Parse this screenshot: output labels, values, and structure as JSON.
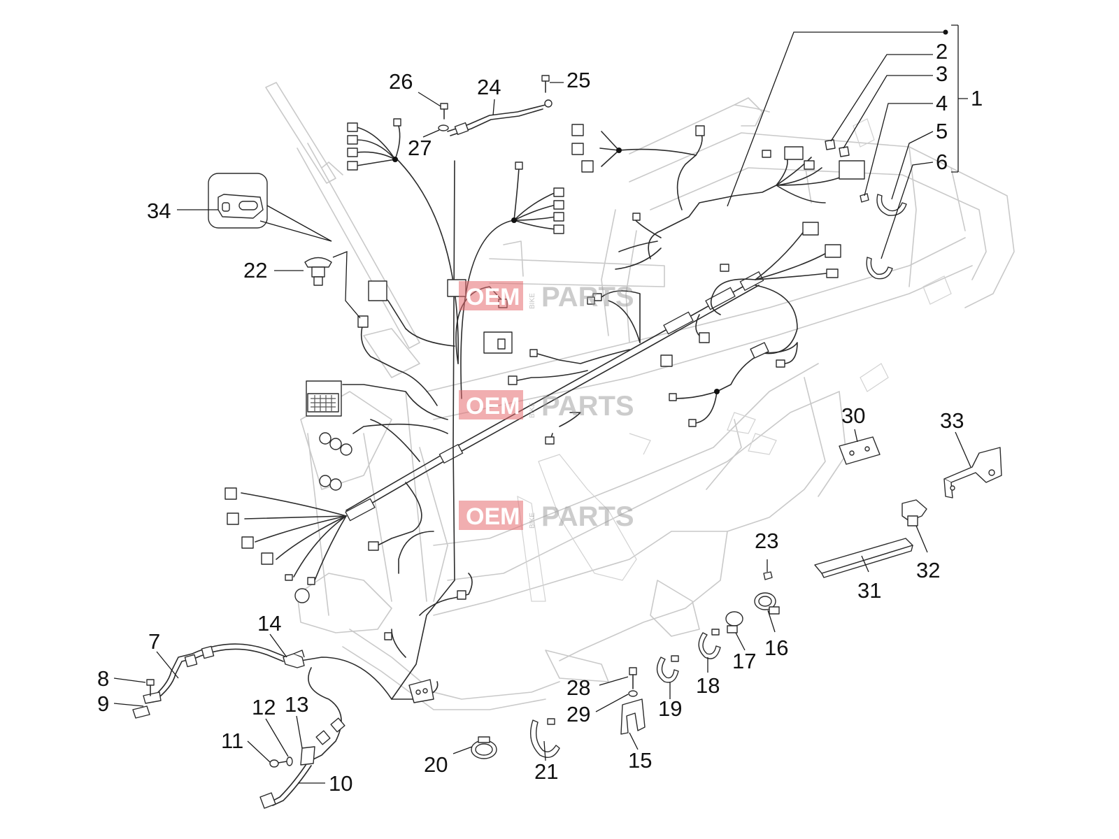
{
  "watermark": {
    "oem": "OEM",
    "bike": "BIKE",
    "parts": "PARTS",
    "color": "#e56b6f"
  },
  "callouts": [
    "1",
    "2",
    "3",
    "4",
    "5",
    "6",
    "7",
    "8",
    "9",
    "10",
    "11",
    "12",
    "13",
    "14",
    "15",
    "16",
    "17",
    "18",
    "19",
    "20",
    "21",
    "22",
    "23",
    "24",
    "25",
    "26",
    "27",
    "28",
    "29",
    "30",
    "31",
    "32",
    "33",
    "34"
  ]
}
